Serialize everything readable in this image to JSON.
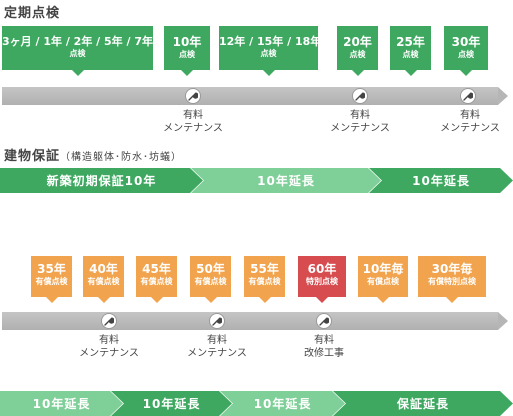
{
  "inspection": {
    "title": "定期点検",
    "callouts": [
      {
        "id": "3m-7y",
        "line1": "3ヶ月 / 1年 / 2年 / 5年 / 7年",
        "line2": "点検"
      },
      {
        "id": "10y",
        "line1": "10年",
        "line2": "点検"
      },
      {
        "id": "12-18y",
        "line1": "12年 / 15年 / 18年",
        "line2": "点検"
      },
      {
        "id": "20y",
        "line1": "20年",
        "line2": "点検"
      },
      {
        "id": "25y",
        "line1": "25年",
        "line2": "点検"
      },
      {
        "id": "30y",
        "line1": "30年",
        "line2": "点検"
      }
    ],
    "maintenance": [
      {
        "line1": "有料",
        "line2": "メンテナンス"
      },
      {
        "line1": "有料",
        "line2": "メンテナンス"
      },
      {
        "line1": "有料",
        "line2": "メンテナンス"
      }
    ]
  },
  "warranty": {
    "title": "建物保証",
    "subtitle": "（構造躯体･防水･坊蟻）",
    "segments": [
      "新築初期保証10年",
      "10年延長",
      "10年延長"
    ]
  },
  "extended": {
    "callouts": [
      {
        "id": "35y",
        "line1": "35年",
        "line2": "有償点検",
        "color": "#f1a34d"
      },
      {
        "id": "40y",
        "line1": "40年",
        "line2": "有償点検",
        "color": "#f1a34d"
      },
      {
        "id": "45y",
        "line1": "45年",
        "line2": "有償点検",
        "color": "#f1a34d"
      },
      {
        "id": "50y",
        "line1": "50年",
        "line2": "有償点検",
        "color": "#f1a34d"
      },
      {
        "id": "55y",
        "line1": "55年",
        "line2": "有償点検",
        "color": "#f1a34d"
      },
      {
        "id": "60y",
        "line1": "60年",
        "line2": "特別点検",
        "color": "#d74c4f"
      },
      {
        "id": "10y-every",
        "line1": "10年毎",
        "line2": "有償点検",
        "color": "#f1a34d"
      },
      {
        "id": "30y-every",
        "line1": "30年毎",
        "line2": "有償特別点検",
        "color": "#f1a34d"
      }
    ],
    "maintenance": [
      {
        "line1": "有料",
        "line2": "メンテナンス"
      },
      {
        "line1": "有料",
        "line2": "メンテナンス"
      },
      {
        "line1": "有料",
        "line2": "改修工事"
      }
    ],
    "segments": [
      "10年延長",
      "10年延長",
      "10年延長",
      "保証延長"
    ]
  },
  "colors": {
    "green": "#3ea860",
    "light_green": "#7fcf98",
    "orange": "#f1a34d",
    "red": "#d74c4f",
    "bar_gray": "#b8b8b8"
  },
  "icons": {
    "maintenance": "wrench-icon"
  }
}
